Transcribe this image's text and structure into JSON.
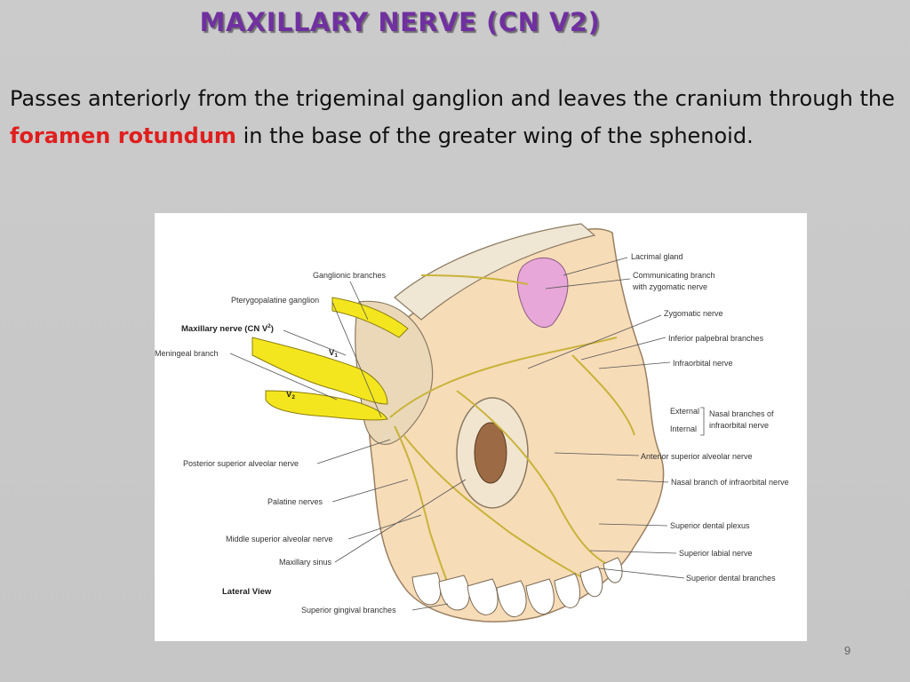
{
  "slide": {
    "title": "MAXILLARY NERVE (CN V2)",
    "body_before": "Passes anteriorly from the trigeminal ganglion and leaves the cranium through the ",
    "highlight": "foramen rotundum",
    "body_after": " in the base of the greater wing of the sphenoid.",
    "page_number": "9",
    "highlight_color": "#e01e1e",
    "title_color": "#7030a0"
  },
  "figure": {
    "left_labels": {
      "ganglionic": "Ganglionic branches",
      "pterygopalatine": "Pterygopalatine ganglion",
      "maxillary_nerve": "Maxillary nerve (CN V",
      "maxillary_sup": "2",
      "maxillary_close": ")",
      "meningeal": "Meningeal branch",
      "post_sup_alveolar": "Posterior superior alveolar nerve",
      "palatine": "Palatine nerves",
      "middle_sup_alveolar": "Middle superior alveolar nerve",
      "maxillary_sinus": "Maxillary sinus",
      "lateral_view": "Lateral View",
      "sup_gingival": "Superior gingival branches"
    },
    "right_labels": {
      "lacrimal": "Lacrimal gland",
      "communicating_1": "Communicating branch",
      "communicating_2": "with zygomatic nerve",
      "zygomatic": "Zygomatic nerve",
      "inf_palpebral": "Inferior palpebral branches",
      "infraorbital": "Infraorbital nerve",
      "external": "External",
      "internal": "Internal",
      "nasal_branches_1": "Nasal branches of",
      "nasal_branches_2": "infraorbital nerve",
      "ant_sup_alveolar": "Anterior superior alveolar nerve",
      "nasal_branch_infra": "Nasal branch of infraorbital nerve",
      "sup_dental_plexus": "Superior dental plexus",
      "sup_labial": "Superior labial nerve",
      "sup_dental_branches": "Superior dental branches"
    },
    "nerve_marks": {
      "v1": "V",
      "v1_sub": "1",
      "v2": "V",
      "v2_sub": "2"
    }
  }
}
